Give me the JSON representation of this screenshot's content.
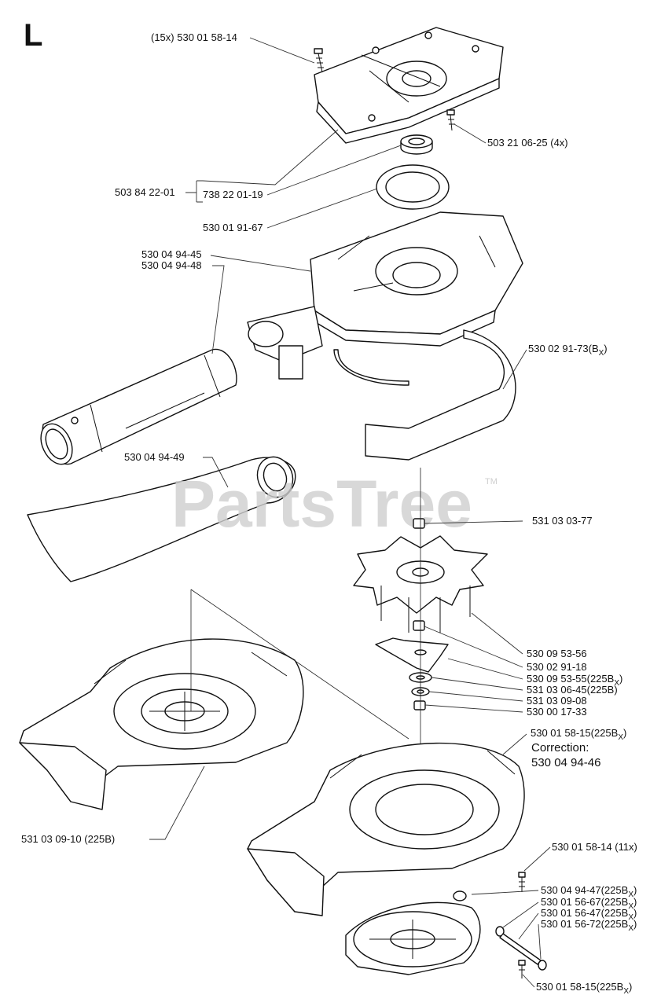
{
  "section_letter": "L",
  "watermark": "PartsTree",
  "watermark_tm": "TM",
  "labels": {
    "screw_15x": "(15x) 530 01 58-14",
    "screw_4x": "503 21 06-25 (4x)",
    "kit": "503 84 22-01",
    "bearing": "738 22 01-19",
    "seal": "530 01 91-67",
    "housing_a": "530 04 94-45",
    "housing_b": "530 04 94-48",
    "screen": "530 02 91-73(B",
    "screen_sub": "X",
    "screen_close": ")",
    "nozzle": "530 04 94-49",
    "spacer_top": "531 03 03-77",
    "fan": "530 09 53-56",
    "blade": "530 02 91-18",
    "washer1": "530 09 53-55(225B",
    "washer1_sub": "X",
    "washer1_close": ")",
    "washer2": "531 03 06-45(225B)",
    "washer3": "531 03 09-08",
    "nut": "530 00 17-33",
    "lower_housing_a": "530 01 58-15(225B",
    "lower_housing_a_sub": "X",
    "lower_housing_a_close": ")",
    "correction_title": "Correction:",
    "correction_value": "530 04 94-46",
    "left_housing": "531 03 09-10 (225B)",
    "screw_11x": "530 01 58-14 (11x)",
    "cover": "530 04 94-47(225B",
    "cover_sub": "X",
    "cover_close": ")",
    "pin1": "530 01 56-67(225B",
    "pin1_sub": "X",
    "pin1_close": ")",
    "pin2": "530 01 56-47(225B",
    "pin2_sub": "X",
    "pin2_close": ")",
    "pin3": "530 01 56-72(225B",
    "pin3_sub": "X",
    "pin3_close": ")",
    "screw_bottom": "530 01 58-15(225B",
    "screw_bottom_sub": "X",
    "screw_bottom_close": ")"
  }
}
